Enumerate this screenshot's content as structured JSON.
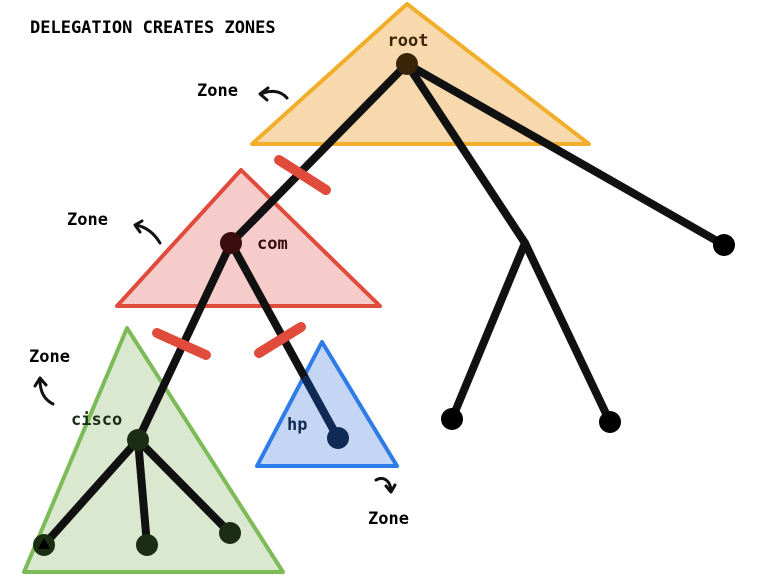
{
  "title": "DELEGATION CREATES ZONES",
  "nodes": {
    "root": "root",
    "com": "com",
    "cisco": "cisco",
    "hp": "hp"
  },
  "zone_labels": {
    "root": "Zone",
    "com": "Zone",
    "cisco": "Zone",
    "hp": "Zone"
  },
  "colors": {
    "root_zone": "#F1AE2B",
    "com_zone": "#E14B3B",
    "cisco_zone": "#7DBB58",
    "hp_zone": "#2E7BEA",
    "delegation_mark": "#E14B3B",
    "tree": "#000000"
  }
}
